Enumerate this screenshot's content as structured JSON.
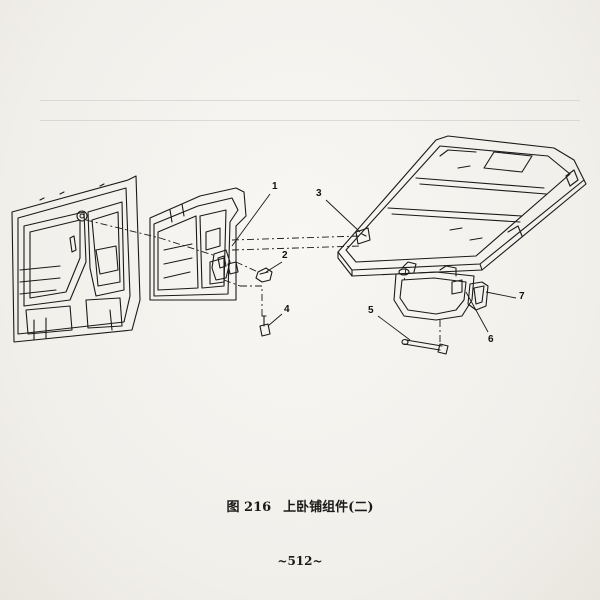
{
  "figure": {
    "number": "图 216",
    "title": "上卧铺组件(二)"
  },
  "callouts": [
    "1",
    "2",
    "3",
    "4",
    "5",
    "6",
    "7"
  ],
  "page_number": "~512~"
}
